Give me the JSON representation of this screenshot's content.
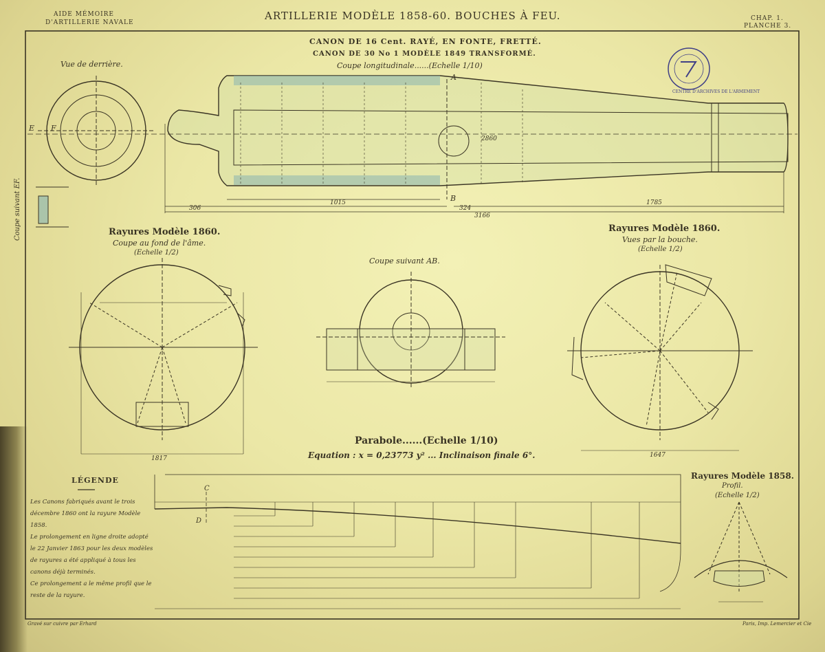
{
  "header": {
    "left_line1": "AIDE MÉMOIRE",
    "left_line2": "D'ARTILLERIE NAVALE",
    "main_title": "ARTILLERIE MODÈLE 1858-60. BOUCHES À FEU.",
    "chap": "CHAP. 1.",
    "planche": "PLANCHE 3."
  },
  "subtitle": {
    "line1": "CANON DE 16 Cent. RAYÉ, EN FONTE, FRETTÉ.",
    "line2": "CANON DE 30 No 1 MODÈLE 1849 TRANSFORMÉ.",
    "line3": "Coupe longitudinale......(Echelle 1/10)"
  },
  "views": {
    "vue_derriere": "Vue de derrière.",
    "coupe_ef": "Coupe suivant EF.",
    "rayures_left_title": "Rayures Modèle 1860.",
    "rayures_left_sub1": "Coupe au fond de l'âme.",
    "rayures_left_sub2": "(Echelle 1/2)",
    "coupe_ab": "Coupe suivant AB.",
    "rayures_right_title": "Rayures Modèle 1860.",
    "rayures_right_sub1": "Vues par la bouche.",
    "rayures_right_sub2": "(Echelle 1/2)",
    "parabole_title": "Parabole......(Echelle 1/10)",
    "parabole_eq": "Equation : x = 0,23773 y² ... Inclinaison finale 6°.",
    "rayures_1858_title": "Rayures Modèle 1858.",
    "rayures_1858_sub1": "Profil.",
    "rayures_1858_sub2": "(Echelle 1/2)"
  },
  "labels": {
    "A": "A",
    "B": "B",
    "C": "C",
    "D": "D",
    "E": "E",
    "F": "F"
  },
  "legend": {
    "title": "LÉGENDE",
    "p1": "Les Canons fabriqués avant le trois décembre 1860 ont la rayure Modèle 1858.",
    "p2": "Le prolongement en ligne droite adopté le 22 Janvier 1863 pour les deux modèles de rayures a été appliqué à tous les canons déjà terminés.",
    "p3": "Ce prolongement a le même profil que le reste de la rayure."
  },
  "dims": {
    "overall": "3166",
    "d1": "306",
    "d2": "1015",
    "d3": "324",
    "d4": "1785",
    "d5": "2860",
    "d6": "1817",
    "d7": "1647"
  },
  "footer": {
    "left": "Gravé sur cuivre par Erhard",
    "right": "Paris, Imp. Lemercier et Cie"
  },
  "stamp": {
    "text": "CENTRE D'ARCHIVES DE L'ARMEMENT"
  },
  "colors": {
    "paper": "#efeca8",
    "ink": "#3a3424",
    "wash": "#a9c7a0",
    "blue_wash": "#8fb7b0"
  }
}
